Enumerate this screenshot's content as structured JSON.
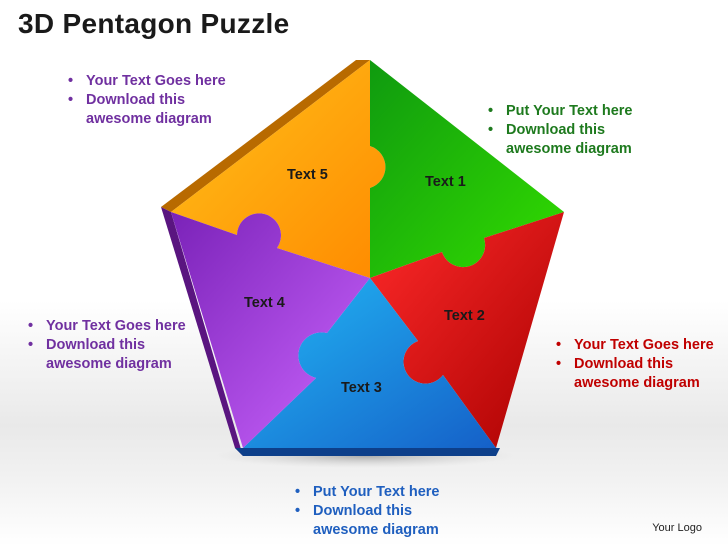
{
  "title": "3D Pentagon Puzzle",
  "pieces": {
    "text1": "Text 1",
    "text2": "Text 2",
    "text3": "Text 3",
    "text4": "Text 4",
    "text5": "Text 5"
  },
  "callouts": {
    "top_left": [
      "Your Text Goes here",
      "Download this",
      "awesome diagram"
    ],
    "top_right": [
      "Put Your Text  here",
      "Download this",
      "awesome diagram"
    ],
    "left": [
      "Your Text Goes here",
      "Download this",
      "awesome diagram"
    ],
    "right": [
      "Your Text Goes here",
      "Download this",
      "awesome diagram"
    ],
    "bottom": [
      "Put Your Text  here",
      "Download this",
      "awesome diagram"
    ]
  },
  "logo": "Your Logo",
  "colors": {
    "orange": "#ff9900",
    "green": "#22bb00",
    "red": "#d40000",
    "blue": "#2aa8ee",
    "purple": "#9933cc"
  }
}
